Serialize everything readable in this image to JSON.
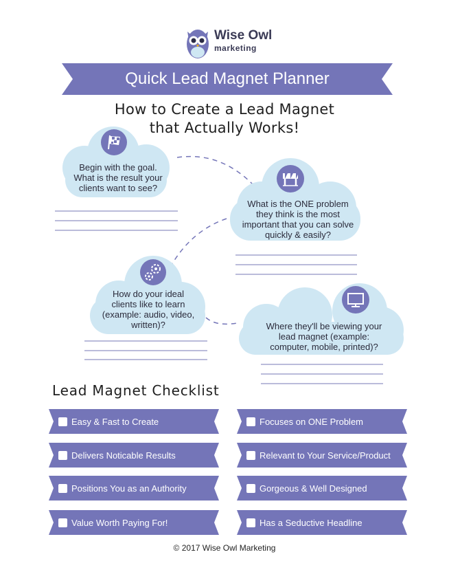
{
  "logo": {
    "line1": "Wise Owl",
    "line2": "marketing"
  },
  "banner": {
    "title": "Quick Lead Magnet Planner"
  },
  "subtitle": {
    "line1": "How to Create a Lead Magnet",
    "line2": "that Actually Works!"
  },
  "clouds": [
    {
      "icon": "checkered-flag-icon",
      "lines": [
        "Begin with the goal.",
        "What is the result your",
        "clients want to see?"
      ]
    },
    {
      "icon": "road-barrier-icon",
      "lines": [
        "What is the ONE problem",
        "they think is the most",
        "important that you can solve",
        "quickly & easily?"
      ]
    },
    {
      "icon": "gears-icon",
      "lines": [
        "How do your ideal",
        "clients like to learn",
        "(example: audio, video,",
        "written)?"
      ]
    },
    {
      "icon": "monitor-icon",
      "lines": [
        "Where they'll be viewing your",
        "lead magnet (example:",
        "computer, mobile, printed)?"
      ]
    }
  ],
  "checklist": {
    "title": "Lead Magnet Checklist",
    "items": [
      "Easy & Fast  to Create",
      "Focuses on ONE Problem",
      "Delivers Noticable Results",
      "Relevant to Your Service/Product",
      "Positions You as an Authority",
      "Gorgeous & Well Designed",
      "Value Worth Paying For!",
      "Has a Seductive Headline"
    ]
  },
  "footer": "© 2017 Wise Owl Marketing",
  "colors": {
    "accent": "#7475b8",
    "cloud": "#cfe7f3",
    "line": "#7677b6"
  }
}
